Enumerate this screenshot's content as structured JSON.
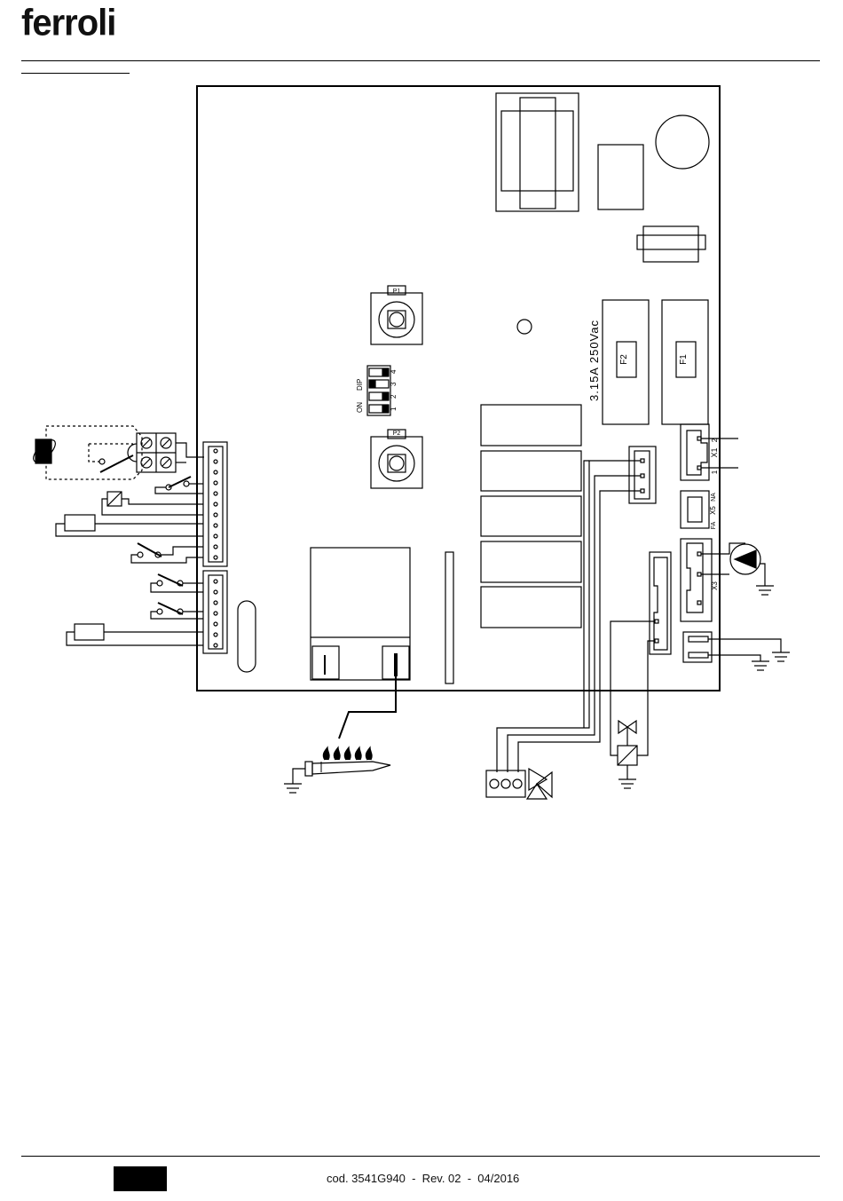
{
  "header": {
    "logo_text": "ferroli"
  },
  "board": {
    "fuse_rating": "3.15A 250Vac",
    "fuse_labels": [
      "F2",
      "F1"
    ],
    "pot_labels": [
      "P1",
      "P2"
    ],
    "dip_title": "DIP",
    "dip_on": "ON",
    "dip_numbers": [
      "1",
      "2",
      "3",
      "4"
    ],
    "conn_x1": "X1",
    "conn_x1_pins": [
      "2",
      "1"
    ],
    "conn_x5": "X5",
    "conn_x5_side_a": "FA",
    "conn_x5_side_b": "NA",
    "conn_x3": "X3"
  },
  "footer": {
    "code_line": "cod. 3541G940  -  Rev. 02  -  04/2016"
  }
}
